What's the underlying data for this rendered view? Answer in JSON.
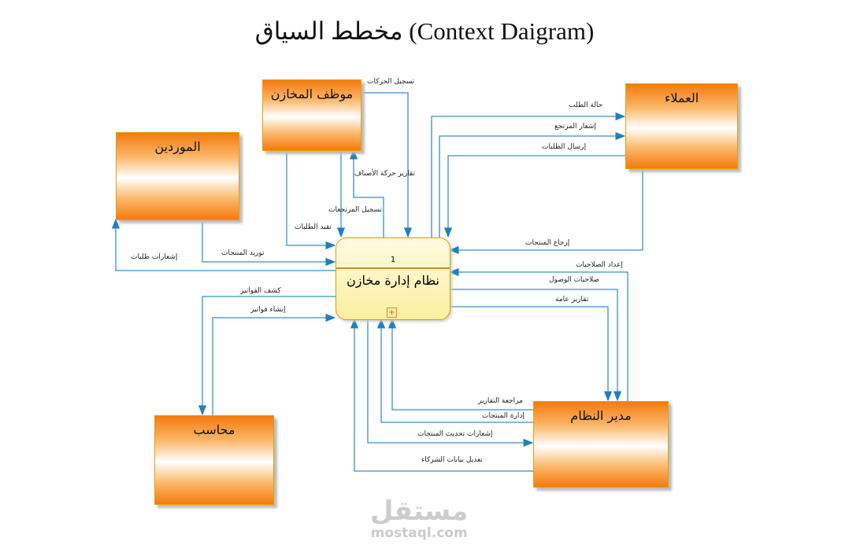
{
  "title": "مخطط السياق (Context Daigram)",
  "process": {
    "number": "1",
    "name": "نظام إدارة مخازن"
  },
  "entities": {
    "staff": "موظف المخازن",
    "suppliers": "الموردين",
    "customers": "العملاء",
    "accountant": "محاسب",
    "admin": "مدير النظام"
  },
  "flows": {
    "f1": "تسجيل الحركات",
    "f2": "تقارير حركة الأصناف",
    "f3": "تسجيل المرتجعات",
    "f4": "تقيد الطلبات",
    "f5": "توريد المنتجات",
    "f6": "إشعارات طلبات",
    "f7": "حالة الطلب",
    "f8": "إشعار المرتجع",
    "f9": "إرسال الطلبات",
    "f10": "إرجاع المنتجات",
    "f11": "إعداد الصلاحيات",
    "f12": "صلاحيات الوصول",
    "f13": "تقارير عامة",
    "f14": "مراجعة التقارير",
    "f15": "إدارة المنتجات",
    "f16": "إشعارات تحديث المنتجات",
    "f17": "تعديل بيانات الشركاء",
    "f18": "كشف الفواتير",
    "f19": "إنشاء فواتير"
  },
  "watermark": {
    "arabic": "مستقل",
    "latin": "mostaql.com"
  },
  "colors": {
    "line": "#2e86c1",
    "entity": "#f57a0e"
  }
}
